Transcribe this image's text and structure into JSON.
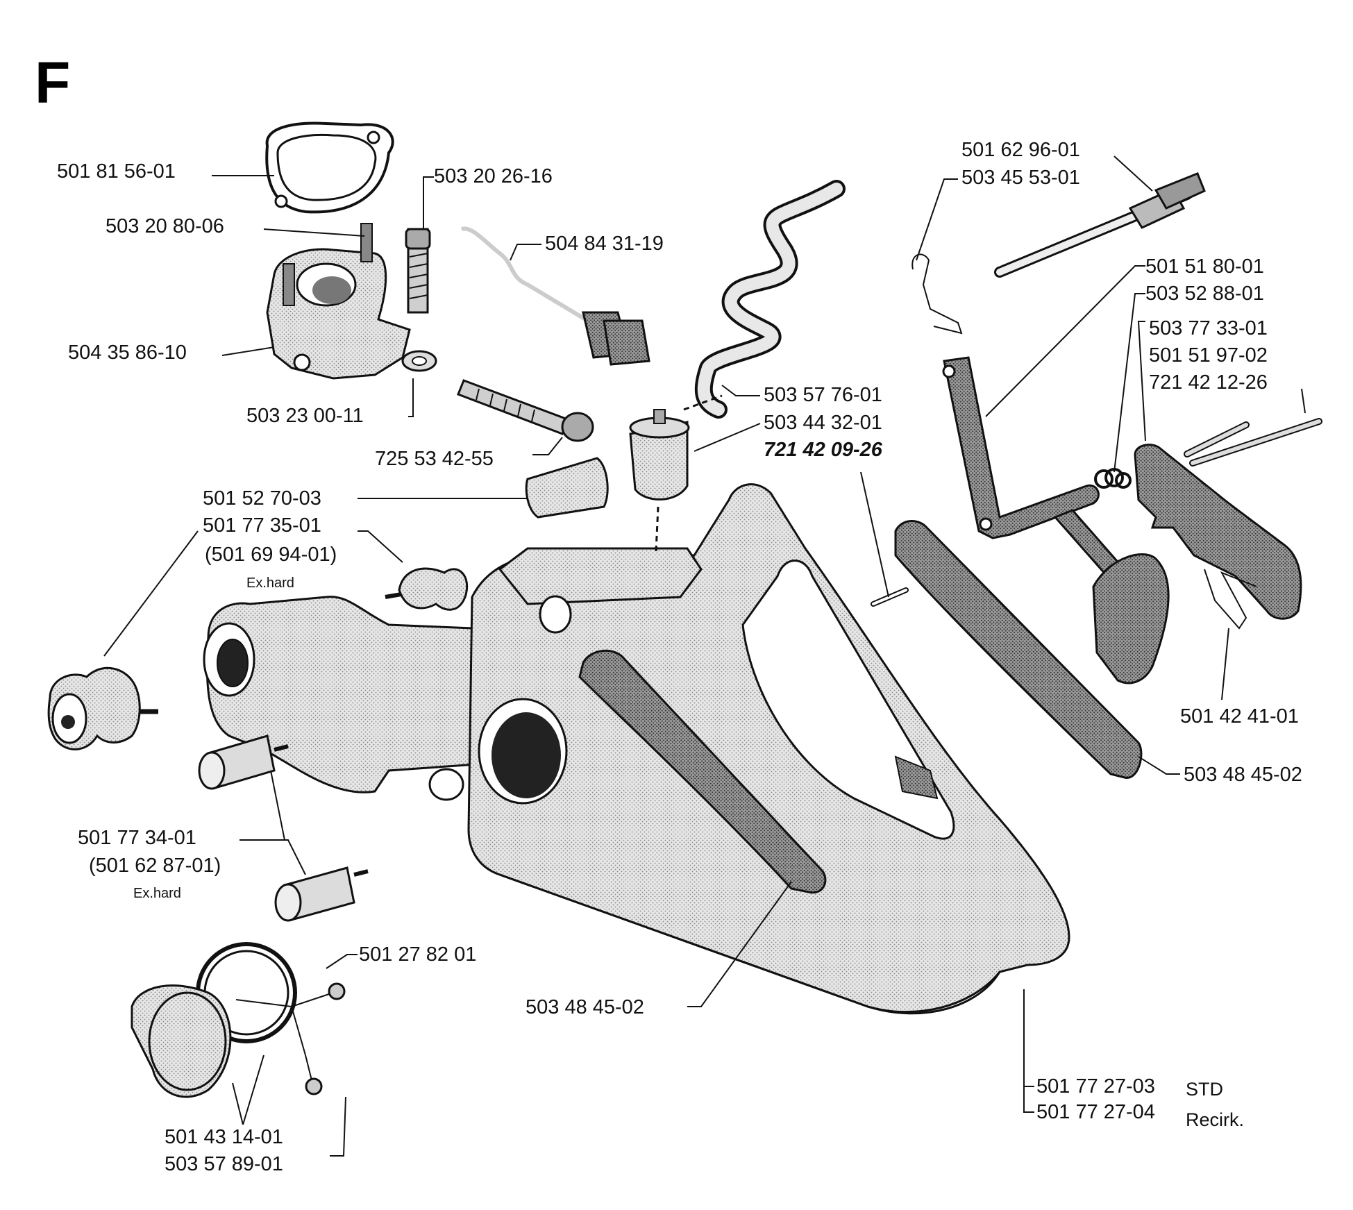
{
  "section_letter": "F",
  "labels": {
    "p_501_81_56_01": "501 81 56-01",
    "p_503_20_80_06": "503 20 80-06",
    "p_503_20_26_16": "503 20 26-16",
    "p_504_84_31_19": "504 84 31-19",
    "p_504_35_86_10": "504 35 86-10",
    "p_503_23_00_11": "503 23 00-11",
    "p_725_53_42_55": "725 53 42-55",
    "p_503_57_76_01": "503 57 76-01",
    "p_503_44_32_01": "503 44 32-01",
    "p_721_42_09_26": "721 42 09-26",
    "p_501_62_96_01": "501 62 96-01",
    "p_503_45_53_01": "503 45 53-01",
    "p_501_51_80_01": "501 51 80-01",
    "p_503_52_88_01": "503 52 88-01",
    "p_503_77_33_01": "503 77 33-01",
    "p_501_51_97_02": "501 51 97-02",
    "p_721_42_12_26": "721 42 12-26",
    "p_501_42_41_01": "501 42 41-01",
    "p_503_48_45_02_right": "503 48 45-02",
    "p_501_52_70_03": "501 52 70-03",
    "p_501_77_35_01": "501 77 35-01",
    "p_501_69_94_01": "(501 69 94-01)",
    "exhard_1": "Ex.hard",
    "p_501_77_34_01": "501 77 34-01",
    "p_501_62_87_01": "(501 62 87-01)",
    "exhard_2": "Ex.hard",
    "p_501_27_82_01": "501 27 82 01",
    "p_503_48_45_02_bottom": "503 48 45-02",
    "p_501_77_27_03": "501 77 27-03",
    "std": "STD",
    "p_501_77_27_04": "501 77 27-04",
    "recirk": "Recirk.",
    "p_501_43_14_01": "501 43 14-01",
    "p_503_57_89_01": "503 57 89-01"
  }
}
